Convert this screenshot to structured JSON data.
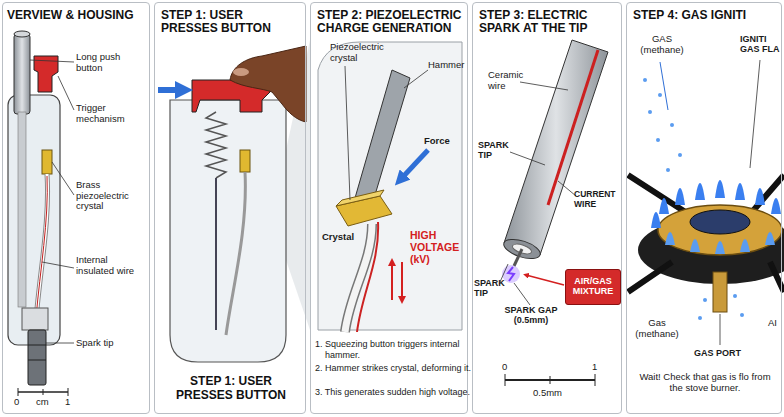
{
  "diagram": {
    "nodes": [
      {
        "text": [
          "VERVIEW & HOUSING"
        ]
      },
      {
        "text": [
          "STEP 1: USER PRESSES BUTTON",
          "STEP 1: USER PRESSES BUTTON"
        ]
      },
      {
        "text": [
          "STEP 2: PIEZOELECTRIC CHARGE GENERATION",
          "1. Squeezing button triggers internal hammer.",
          "2. Hammer strikes crystal, deforming it.",
          "3. This generates sudden high voltage."
        ]
      },
      {
        "text": [
          "STEP 3: ELECTRIC SPARK AT THE TIP"
        ]
      },
      {
        "text": [
          "AIR/GAS MIXTURE"
        ],
        "in": 3
      },
      {
        "text": [
          "STEP 4: GAS IGNITI",
          "Wait! Check that gas is flo from the stove burner."
        ]
      }
    ],
    "labels": [
      "Long push button",
      "Trigger mechanism",
      "Brass piezoelectric crystal",
      "Internal insulated wire",
      "Spark tip",
      "0",
      "cm",
      "1",
      "Piezoelectric crystal",
      "Hammer",
      "Force",
      "Crystal",
      "HIGH VOLTAGE (kV)",
      "Ceramic wire",
      "SPARK TIP",
      "CURRENT WIRE",
      "SPARK TIP",
      "SPARK GAP (0.5mm)",
      "0",
      "1",
      "0.5mm",
      "GAS (methane)",
      "IGNITI GAS FLA",
      "Gas (methane)",
      "GAS PORT",
      "AI"
    ]
  }
}
